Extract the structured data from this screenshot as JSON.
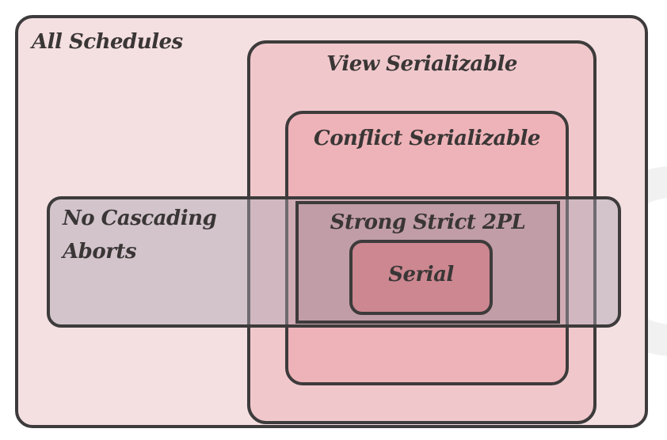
{
  "colors": {
    "border": "#3d3b3b",
    "all_schedules_fill": "#f4dfe1",
    "view_serializable_fill": "#f0c8cc",
    "conflict_serializable_fill": "#eeb3b8",
    "no_cascading_aborts_fill": "rgba(170,165,178,0.45)",
    "strong_strict_2pl_fill": "#d4979e",
    "serial_fill": "#cc8790",
    "text": "#3a3636"
  },
  "sets": {
    "all_schedules": "All Schedules",
    "view_serializable": "View Serializable",
    "conflict_serializable": "Conflict Serializable",
    "no_cascading_aborts_line1": "No Cascading",
    "no_cascading_aborts_line2": "Aborts",
    "strong_strict_2pl": "Strong Strict 2PL",
    "serial": "Serial"
  }
}
